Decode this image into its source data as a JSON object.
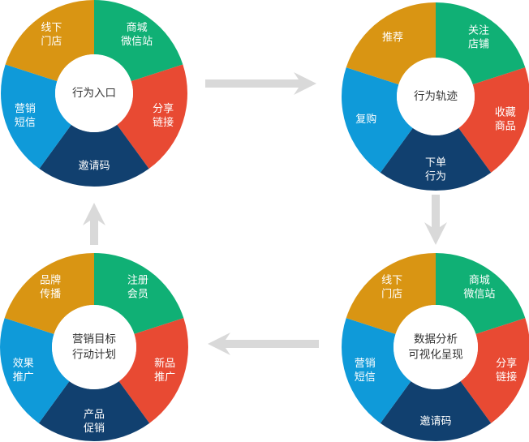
{
  "colors": {
    "green": "#10b075",
    "red": "#e84a33",
    "navy": "#11406f",
    "blue": "#0f9ad9",
    "gold": "#d99513",
    "arrow": "#d9d9d9",
    "center_text": "#333333"
  },
  "wheels": [
    {
      "id": "entry",
      "center_text": [
        "行为入口"
      ],
      "segments": [
        {
          "lines": [
            "商城",
            "微信站"
          ],
          "color": "#10b075"
        },
        {
          "lines": [
            "分享",
            "链接"
          ],
          "color": "#e84a33"
        },
        {
          "lines": [
            "邀请码"
          ],
          "color": "#11406f"
        },
        {
          "lines": [
            "营销",
            "短信"
          ],
          "color": "#0f9ad9"
        },
        {
          "lines": [
            "线下",
            "门店"
          ],
          "color": "#d99513"
        }
      ]
    },
    {
      "id": "track",
      "center_text": [
        "行为轨迹"
      ],
      "segments": [
        {
          "lines": [
            "关注",
            "店铺"
          ],
          "color": "#10b075"
        },
        {
          "lines": [
            "收藏",
            "商品"
          ],
          "color": "#e84a33"
        },
        {
          "lines": [
            "下单",
            "行为"
          ],
          "color": "#11406f"
        },
        {
          "lines": [
            "复购"
          ],
          "color": "#0f9ad9"
        },
        {
          "lines": [
            "推荐"
          ],
          "color": "#d99513"
        }
      ]
    },
    {
      "id": "analysis",
      "center_text": [
        "数据分析",
        "可视化呈现"
      ],
      "segments": [
        {
          "lines": [
            "商城",
            "微信站"
          ],
          "color": "#10b075"
        },
        {
          "lines": [
            "分享",
            "链接"
          ],
          "color": "#e84a33"
        },
        {
          "lines": [
            "邀请码"
          ],
          "color": "#11406f"
        },
        {
          "lines": [
            "营销",
            "短信"
          ],
          "color": "#0f9ad9"
        },
        {
          "lines": [
            "线下",
            "门店"
          ],
          "color": "#d99513"
        }
      ]
    },
    {
      "id": "goal",
      "center_text": [
        "营销目标",
        "行动计划"
      ],
      "segments": [
        {
          "lines": [
            "注册",
            "会员"
          ],
          "color": "#10b075"
        },
        {
          "lines": [
            "新品",
            "推广"
          ],
          "color": "#e84a33"
        },
        {
          "lines": [
            "产品",
            "促销"
          ],
          "color": "#11406f"
        },
        {
          "lines": [
            "效果",
            "推广"
          ],
          "color": "#0f9ad9"
        },
        {
          "lines": [
            "品牌",
            "传播"
          ],
          "color": "#d99513"
        }
      ]
    }
  ],
  "arrows": [
    {
      "from": "entry",
      "to": "track",
      "direction": "right"
    },
    {
      "from": "track",
      "to": "analysis",
      "direction": "down"
    },
    {
      "from": "analysis",
      "to": "goal",
      "direction": "left"
    },
    {
      "from": "goal",
      "to": "entry",
      "direction": "up"
    }
  ]
}
